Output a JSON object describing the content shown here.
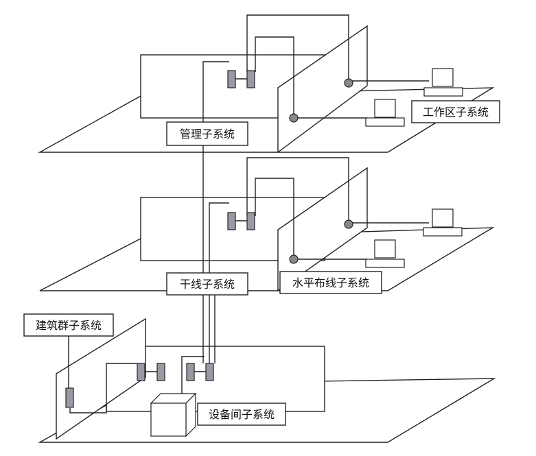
{
  "labels": {
    "management": "管理子系统",
    "work_area": "工作区子系统",
    "backbone": "干线子系统",
    "horizontal": "水平布线子系统",
    "campus": "建筑群子系统",
    "equipment_room": "设备间子系统"
  }
}
